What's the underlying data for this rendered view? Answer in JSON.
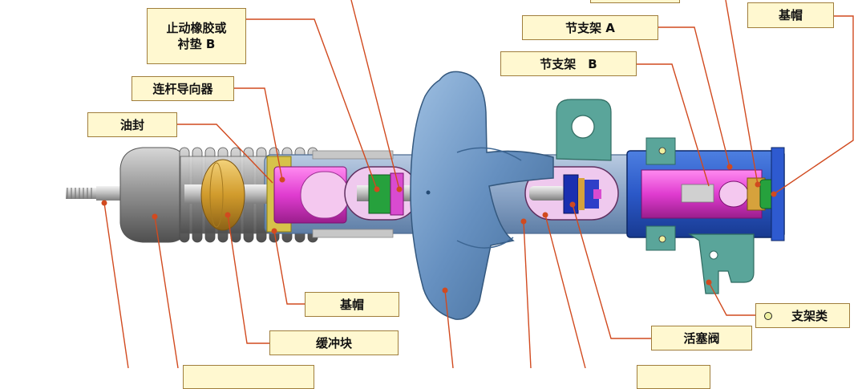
{
  "labels": {
    "rubber_stop": "止动橡胶或\n衬垫 B",
    "rod_guide": "连杆导向器",
    "oil_seal": "油封",
    "cap_bottom": "基帽",
    "bump_stop": "缓冲块",
    "knuckle_a": "节支架 A",
    "knuckle_b": "节支架　B",
    "cap_top": "基帽",
    "piston_valve": "活塞阀",
    "bracket_class": "支架类"
  },
  "colors": {
    "leader": "#d14a1f",
    "label_bg": "#fff8d0",
    "label_border": "#a07e3c",
    "tube": "#8fa8c8",
    "spring_seat": "#5b89b6",
    "magenta": "#e040c8",
    "green": "#1fa03a",
    "blue": "#1a2fb0",
    "bracket": "#5aa59a",
    "boot": "#9b9b9b",
    "bump": "#d6a23c"
  }
}
